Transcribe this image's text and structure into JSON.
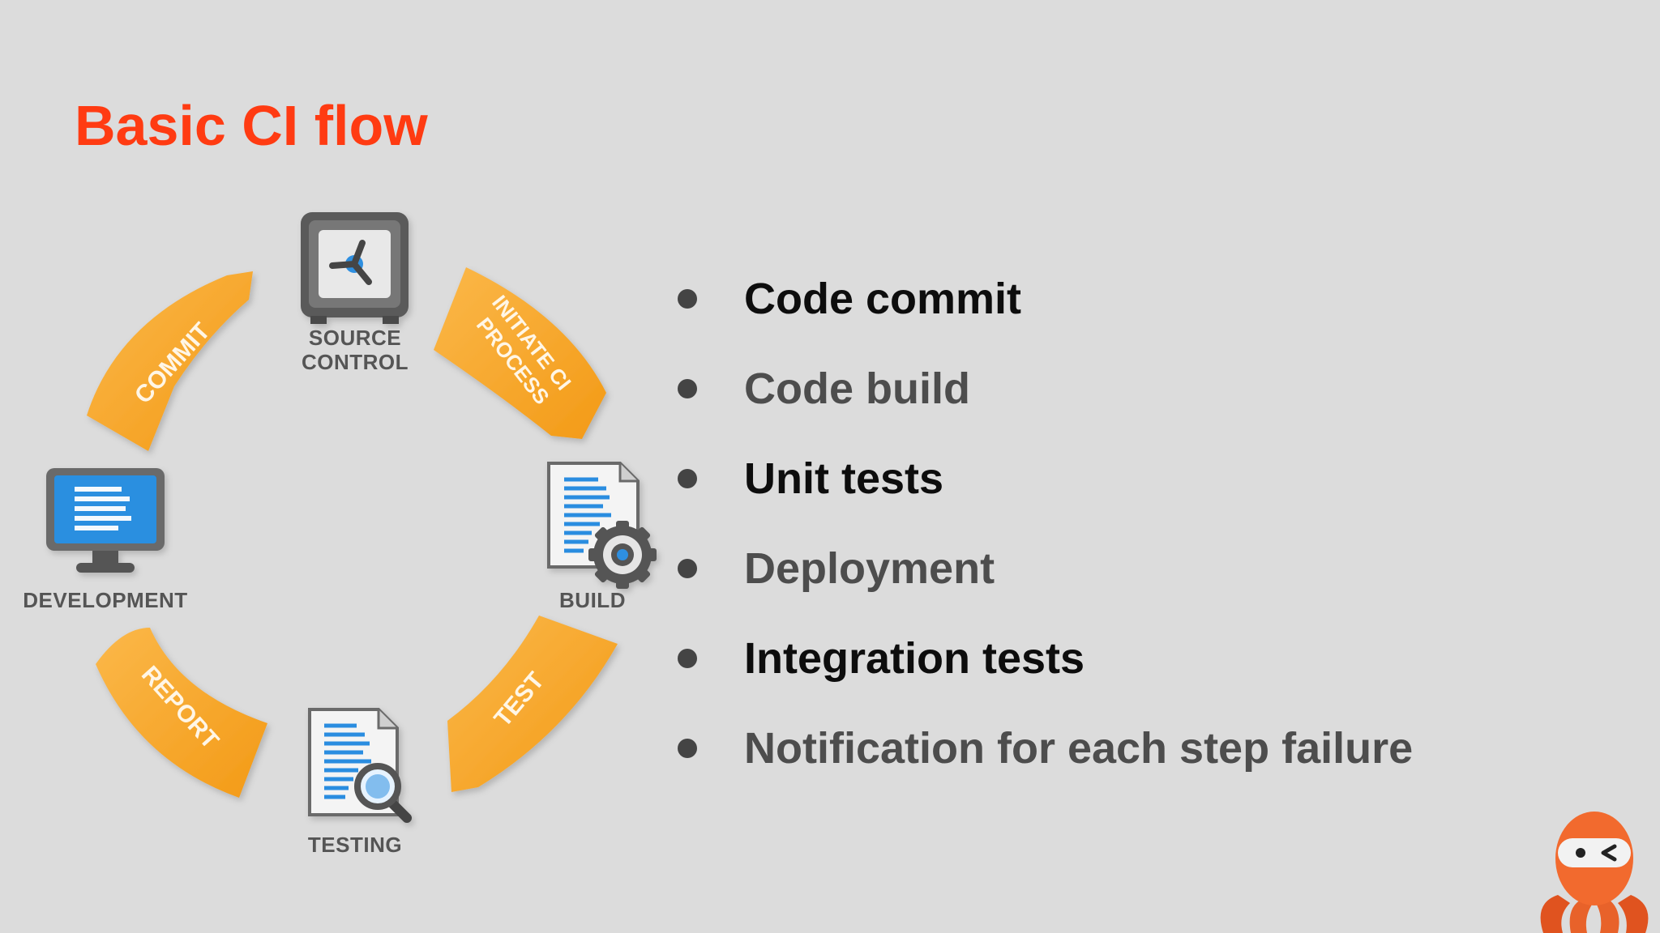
{
  "slide": {
    "title": "Basic CI flow"
  },
  "diagram": {
    "nodes": {
      "source_control": {
        "line1": "SOURCE",
        "line2": "CONTROL"
      },
      "build": "BUILD",
      "testing": "TESTING",
      "development": "DEVELOPMENT"
    },
    "arrows": {
      "commit": "COMMIT",
      "initiate_line1": "INITIATE CI",
      "initiate_line2": "PROCESS",
      "test": "TEST",
      "report": "REPORT"
    },
    "colors": {
      "arrow": "#f7a11f",
      "arrow_text": "#fff6e6",
      "label": "#555555",
      "screen": "#2a8fe0"
    }
  },
  "bullets": [
    {
      "text": "Code commit",
      "tone": "dark"
    },
    {
      "text": "Code build",
      "tone": "gray"
    },
    {
      "text": "Unit tests",
      "tone": "dark"
    },
    {
      "text": "Deployment",
      "tone": "gray"
    },
    {
      "text": "Integration tests",
      "tone": "dark"
    },
    {
      "text": "Notification for each step failure",
      "tone": "gray"
    }
  ],
  "theme": {
    "title_color": "#ff3b12",
    "background": "#dcdcdc"
  },
  "mascot": {
    "icon": "octopus-mascot-icon"
  }
}
